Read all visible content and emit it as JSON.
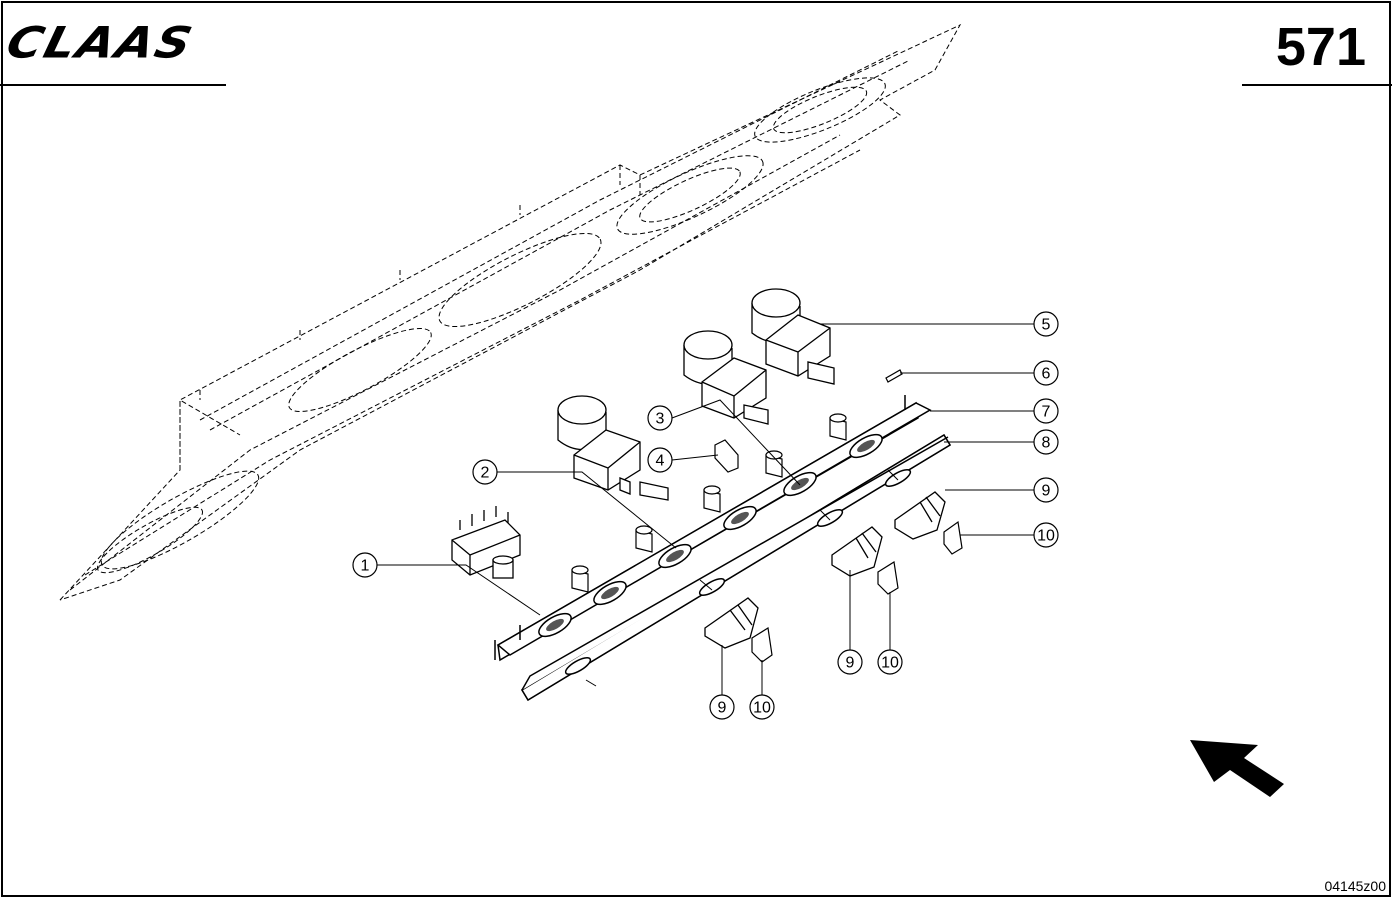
{
  "header": {
    "brand_logo": "CLAAS",
    "page_number": "571"
  },
  "footer": {
    "drawing_ref": "04145z00"
  },
  "callouts": [
    {
      "id": "c1",
      "label": "1"
    },
    {
      "id": "c2",
      "label": "2"
    },
    {
      "id": "c3",
      "label": "3"
    },
    {
      "id": "c4",
      "label": "4"
    },
    {
      "id": "c5",
      "label": "5"
    },
    {
      "id": "c6",
      "label": "6"
    },
    {
      "id": "c7",
      "label": "7"
    },
    {
      "id": "c8",
      "label": "8"
    },
    {
      "id": "c9a",
      "label": "9"
    },
    {
      "id": "c10a",
      "label": "10"
    },
    {
      "id": "c9b",
      "label": "9"
    },
    {
      "id": "c10b",
      "label": "10"
    },
    {
      "id": "c9c",
      "label": "9"
    },
    {
      "id": "c10c",
      "label": "10"
    }
  ],
  "icons": {
    "direction_arrow": "direction-arrow-icon"
  }
}
